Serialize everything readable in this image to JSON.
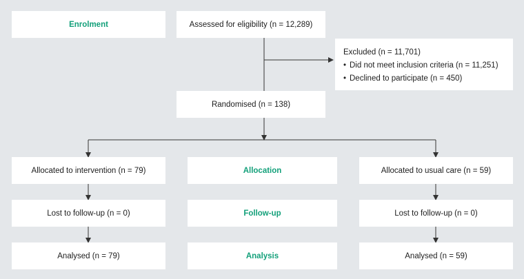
{
  "stages": {
    "enrolment": "Enrolment",
    "allocation": "Allocation",
    "followup": "Follow-up",
    "analysis": "Analysis"
  },
  "assessed": "Assessed for eligibility (n = 12,289)",
  "excluded": {
    "title": "Excluded (n = 11,701)",
    "bullet": "•",
    "items": [
      "Did not meet inclusion criteria (n = 11,251)",
      "Declined to participate (n = 450)"
    ]
  },
  "randomised": "Randomised (n = 138)",
  "intervention": {
    "allocated": "Allocated to intervention (n = 79)",
    "lost": "Lost to follow-up (n = 0)",
    "analysed": "Analysed (n = 79)"
  },
  "usual_care": {
    "allocated": "Allocated to usual care (n = 59)",
    "lost": "Lost to follow-up (n = 0)",
    "analysed": "Analysed (n = 59)"
  },
  "colors": {
    "background": "#e4e7ea",
    "box": "#ffffff",
    "stage_label": "#13a07a",
    "connector": "#333333"
  }
}
